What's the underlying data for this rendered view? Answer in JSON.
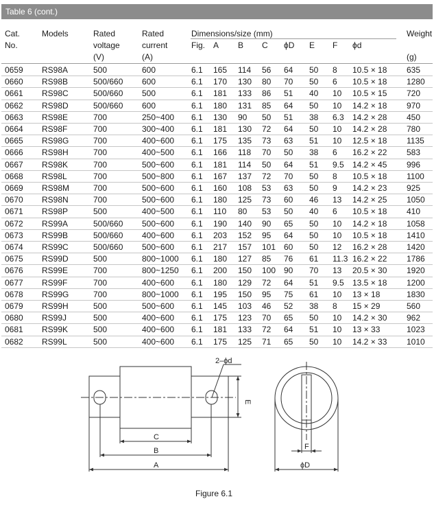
{
  "title": "Table 6 (cont.)",
  "headers": {
    "cat": [
      "Cat.",
      "No."
    ],
    "models": "Models",
    "rated_voltage": [
      "Rated",
      "voltage",
      "(V)"
    ],
    "rated_current": [
      "Rated",
      "current",
      "(A)"
    ],
    "dimensions": "Dimensions/size (mm)",
    "dim_cols": [
      "Fig.",
      "A",
      "B",
      "C",
      "ϕD",
      "E",
      "F",
      "ϕd"
    ],
    "weight": [
      "Weight",
      "(g)"
    ]
  },
  "rows": [
    [
      "0659",
      "RS98A",
      "500",
      "600",
      "6.1",
      "165",
      "114",
      "56",
      "64",
      "50",
      "8",
      "10.5 × 18",
      "635"
    ],
    [
      "0660",
      "RS98B",
      "500/660",
      "600",
      "6.1",
      "170",
      "130",
      "80",
      "70",
      "50",
      "6",
      "10.5 × 18",
      "1280"
    ],
    [
      "0661",
      "RS98C",
      "500/660",
      "500",
      "6.1",
      "181",
      "133",
      "86",
      "51",
      "40",
      "10",
      "10.5 × 15",
      "720"
    ],
    [
      "0662",
      "RS98D",
      "500/660",
      "600",
      "6.1",
      "180",
      "131",
      "85",
      "64",
      "50",
      "10",
      "14.2 × 18",
      "970"
    ],
    [
      "0663",
      "RS98E",
      "700",
      "250~400",
      "6.1",
      "130",
      "90",
      "50",
      "51",
      "38",
      "6.3",
      "14.2 × 28",
      "450"
    ],
    [
      "0664",
      "RS98F",
      "700",
      "300~400",
      "6.1",
      "181",
      "130",
      "72",
      "64",
      "50",
      "10",
      "14.2 × 28",
      "780"
    ],
    [
      "0665",
      "RS98G",
      "700",
      "400~600",
      "6.1",
      "175",
      "135",
      "73",
      "63",
      "51",
      "10",
      "12.5 × 18",
      "1135"
    ],
    [
      "0666",
      "RS98H",
      "700",
      "400~500",
      "6.1",
      "166",
      "118",
      "70",
      "50",
      "38",
      "6",
      "16.2 × 22",
      "583"
    ],
    [
      "0667",
      "RS98K",
      "700",
      "500~600",
      "6.1",
      "181",
      "114",
      "50",
      "64",
      "51",
      "9.5",
      "14.2 × 45",
      "996"
    ],
    [
      "0668",
      "RS98L",
      "700",
      "500~800",
      "6.1",
      "167",
      "137",
      "72",
      "70",
      "50",
      "8",
      "10.5 × 18",
      "1100"
    ],
    [
      "0669",
      "RS98M",
      "700",
      "500~600",
      "6.1",
      "160",
      "108",
      "53",
      "63",
      "50",
      "9",
      "14.2 × 23",
      "925"
    ],
    [
      "0670",
      "RS98N",
      "700",
      "500~600",
      "6.1",
      "180",
      "125",
      "73",
      "60",
      "46",
      "13",
      "14.2 × 25",
      "1050"
    ],
    [
      "0671",
      "RS98P",
      "500",
      "400~500",
      "6.1",
      "110",
      "80",
      "53",
      "50",
      "40",
      "6",
      "10.5 × 18",
      "410"
    ],
    [
      "0672",
      "RS99A",
      "500/660",
      "500~600",
      "6.1",
      "190",
      "140",
      "90",
      "65",
      "50",
      "10",
      "14.2 × 18",
      "1058"
    ],
    [
      "0673",
      "RS99B",
      "500/660",
      "400~600",
      "6.1",
      "203",
      "152",
      "95",
      "64",
      "50",
      "10",
      "10.5 × 18",
      "1410"
    ],
    [
      "0674",
      "RS99C",
      "500/660",
      "500~600",
      "6.1",
      "217",
      "157",
      "101",
      "60",
      "50",
      "12",
      "16.2 × 28",
      "1420"
    ],
    [
      "0675",
      "RS99D",
      "500",
      "800~1000",
      "6.1",
      "180",
      "127",
      "85",
      "76",
      "61",
      "11.3",
      "16.2 × 22",
      "1786"
    ],
    [
      "0676",
      "RS99E",
      "700",
      "800~1250",
      "6.1",
      "200",
      "150",
      "100",
      "90",
      "70",
      "13",
      "20.5 × 30",
      "1920"
    ],
    [
      "0677",
      "RS99F",
      "700",
      "400~600",
      "6.1",
      "180",
      "129",
      "72",
      "64",
      "51",
      "9.5",
      "13.5 × 18",
      "1200"
    ],
    [
      "0678",
      "RS99G",
      "700",
      "800~1000",
      "6.1",
      "195",
      "150",
      "95",
      "75",
      "61",
      "10",
      "13 × 18",
      "1830"
    ],
    [
      "0679",
      "RS99H",
      "500",
      "500~600",
      "6.1",
      "145",
      "103",
      "46",
      "52",
      "38",
      "8",
      "15 × 29",
      "560"
    ],
    [
      "0680",
      "RS99J",
      "500",
      "400~600",
      "6.1",
      "175",
      "123",
      "70",
      "65",
      "50",
      "10",
      "14.2 × 30",
      "962"
    ],
    [
      "0681",
      "RS99K",
      "500",
      "400~600",
      "6.1",
      "181",
      "133",
      "72",
      "64",
      "51",
      "10",
      "13 × 33",
      "1023"
    ],
    [
      "0682",
      "RS99L",
      "500",
      "400~600",
      "6.1",
      "175",
      "125",
      "71",
      "65",
      "50",
      "10",
      "14.2 × 33",
      "1010"
    ]
  ],
  "figure": {
    "labels": {
      "hole": "2–ϕd",
      "c": "C",
      "b": "B",
      "a": "A",
      "e": "E",
      "f": "F",
      "d": "ϕD"
    },
    "caption": "Figure 6.1"
  }
}
